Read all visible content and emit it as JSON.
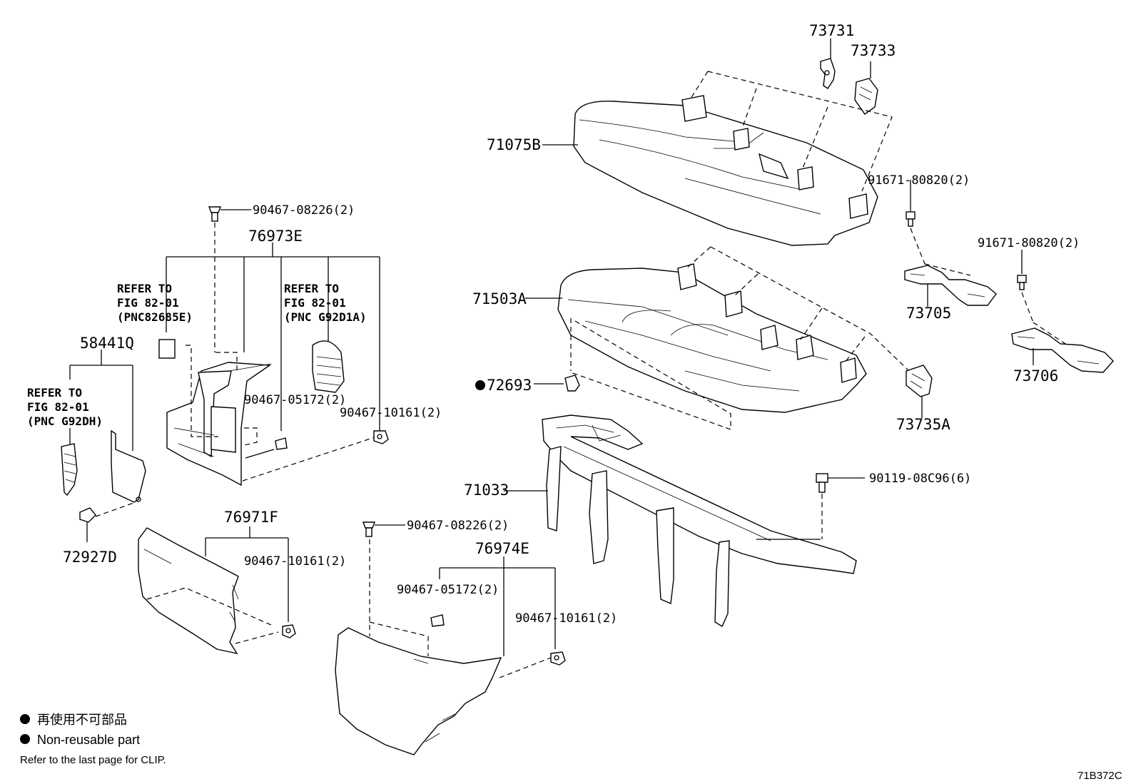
{
  "parts": {
    "p73731": "73731",
    "p73733": "73733",
    "p71075B": "71075B",
    "p91671_a": "91671-80820(2)",
    "p91671_b": "91671-80820(2)",
    "p73705": "73705",
    "p73706": "73706",
    "p71503A": "71503A",
    "p72693": "72693",
    "p73735A": "73735A",
    "p71033": "71033",
    "p90119": "90119-08C96(6)",
    "p90467_08226_a": "90467-08226(2)",
    "p76973E": "76973E",
    "p90467_05172_a": "90467-05172(2)",
    "p90467_10161_a": "90467-10161(2)",
    "p58441Q": "58441Q",
    "p72927D": "72927D",
    "p76971F": "76971F",
    "p90467_10161_b": "90467-10161(2)",
    "p90467_08226_b": "90467-08226(2)",
    "p76974E": "76974E",
    "p90467_05172_b": "90467-05172(2)",
    "p90467_10161_c": "90467-10161(2)"
  },
  "references": {
    "ref1": [
      "REFER TO",
      "FIG 82-01",
      "(PNC82685E)"
    ],
    "ref2": [
      "REFER TO",
      "FIG 82-01",
      "(PNC G92D1A)"
    ],
    "ref3": [
      "REFER TO",
      "FIG 82-01",
      "(PNC G92DH)"
    ]
  },
  "legend": {
    "jp": "再使用不可部品",
    "en": "Non-reusable part",
    "note": "Refer to the last page for CLIP."
  },
  "diagram_code": "71B372C"
}
